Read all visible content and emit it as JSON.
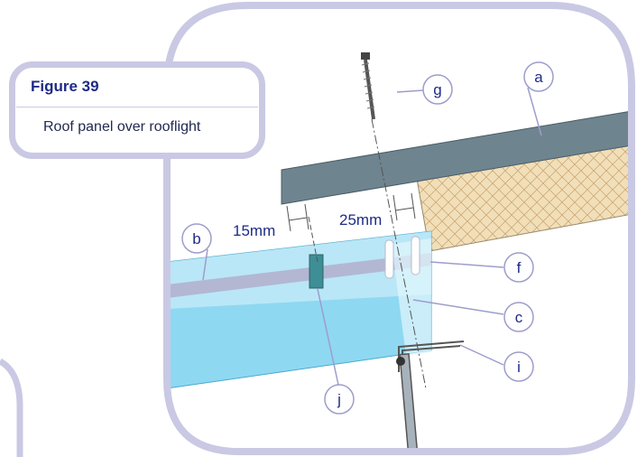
{
  "figure": {
    "title": "Figure 39",
    "subtitle": "Roof panel over rooflight"
  },
  "dimensions": {
    "left": "15mm",
    "right": "25mm"
  },
  "labels": {
    "a": "a",
    "b": "b",
    "c": "c",
    "f": "f",
    "g": "g",
    "i": "i",
    "j": "j"
  },
  "colors": {
    "frame": "#c9c9e4",
    "accent": "#1e2a87",
    "panel_top": "#6e848f",
    "insulation": "#f1dfb9",
    "rooflight": "#8fd8f2",
    "rooflight_light": "#cbeefa",
    "band": "#b3b7d2",
    "seal": "#3e8e95"
  }
}
